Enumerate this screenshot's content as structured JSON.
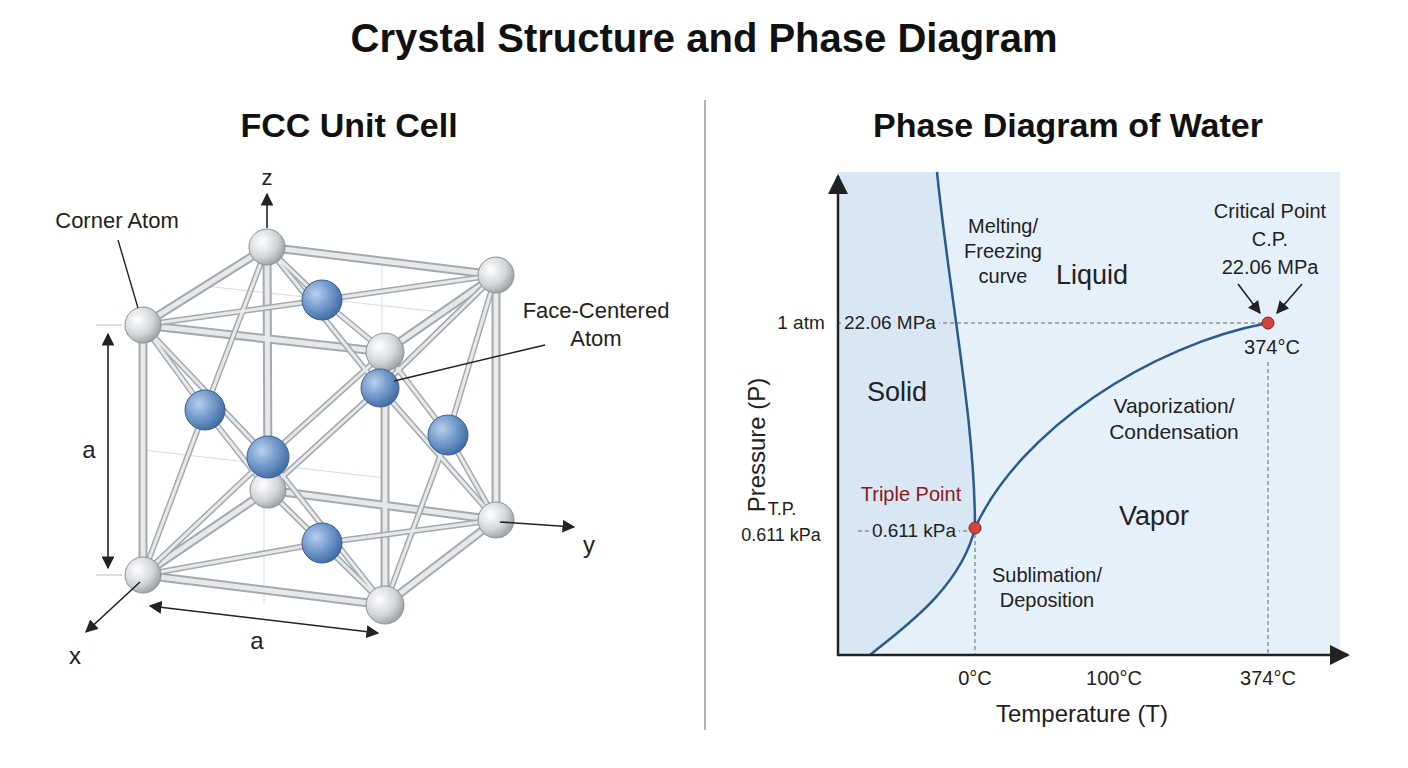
{
  "diagram": {
    "title": "Crystal Structure and Phase Diagram",
    "labels": [
      "FCC Unit Cell",
      "Phase Diagram of Water",
      "z",
      "Corner Atom",
      "Face-Centered Atom",
      "a",
      "y",
      "x",
      "a",
      "Melting/ Freezing curve",
      "Liquid",
      "Critical Point",
      "C.P.",
      "22.06 MPa",
      "1 atm",
      "22.06 MPa",
      "374°C",
      "Pressure (P)",
      "Solid",
      "Vaporization/ Condensation",
      "Triple Point",
      "T.P.",
      "0.611 kPa",
      "0.611 kPa",
      "Vapor",
      "Sublimation/ Deposition",
      "0°C",
      "100°C",
      "374°C",
      "Temperature (T)"
    ]
  }
}
